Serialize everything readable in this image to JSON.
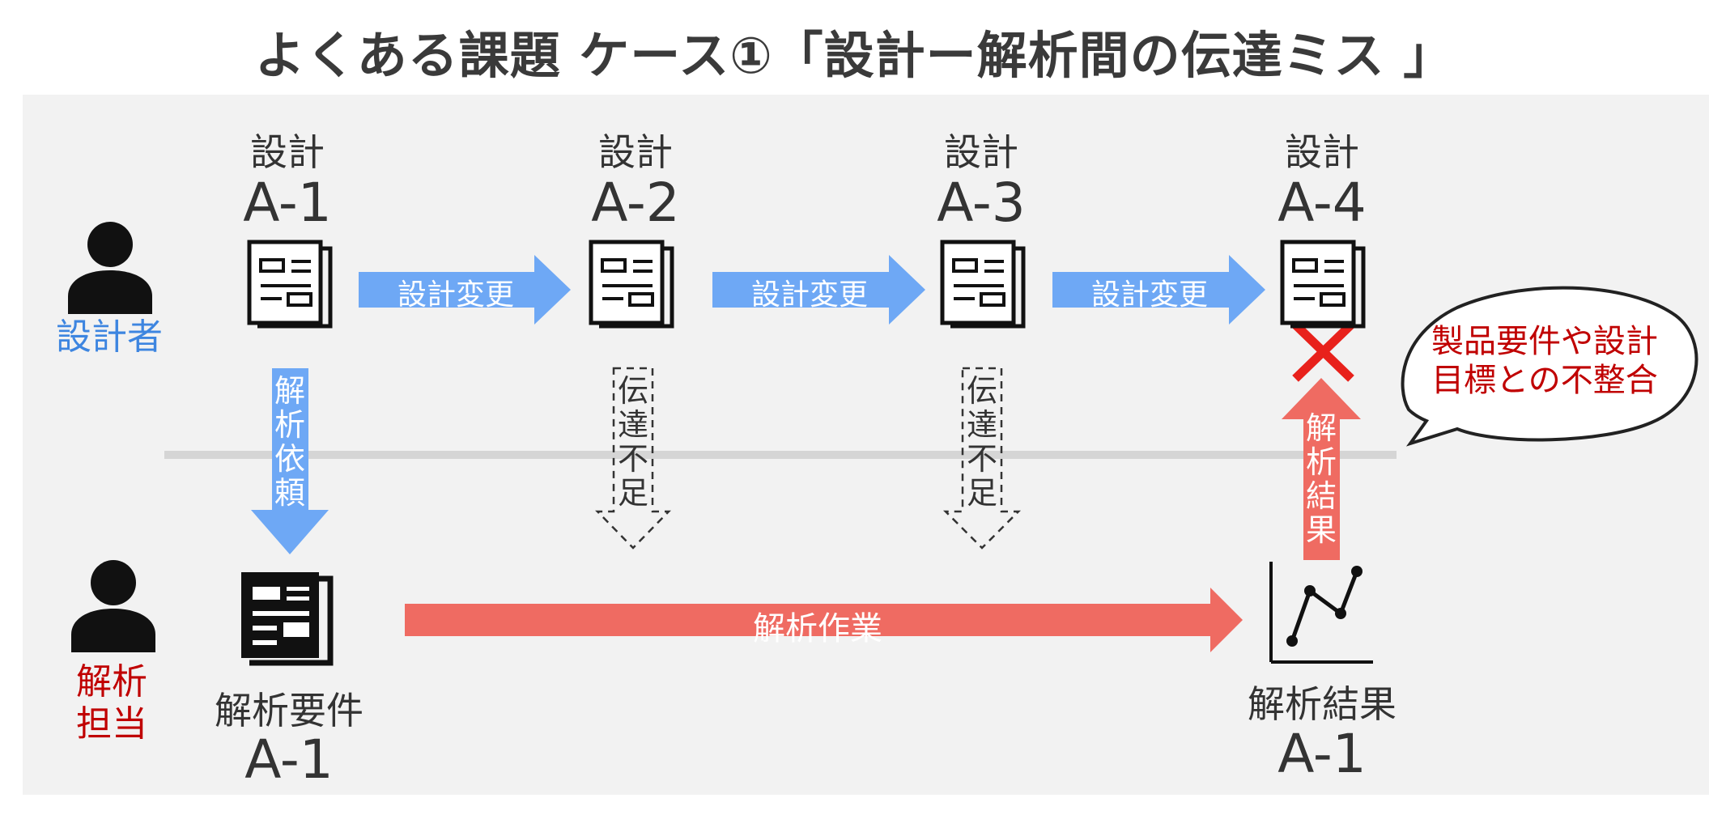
{
  "title": "よくある課題 ケース①「設計ー解析間の伝達ミス 」",
  "roles": {
    "designer": "設計者",
    "analyst_line1": "解析",
    "analyst_line2": "担当",
    "designer_color": "#3d85e0",
    "analyst_color": "#c00000"
  },
  "design_docs": [
    {
      "label": "設計",
      "id": "A-1"
    },
    {
      "label": "設計",
      "id": "A-2"
    },
    {
      "label": "設計",
      "id": "A-3"
    },
    {
      "label": "設計",
      "id": "A-4"
    }
  ],
  "change_arrows": [
    "設計変更",
    "設計変更",
    "設計変更"
  ],
  "request_arrow": [
    "解",
    "析",
    "依",
    "頼"
  ],
  "gap_arrows": [
    [
      "伝",
      "達",
      "不",
      "足"
    ],
    [
      "伝",
      "達",
      "不",
      "足"
    ]
  ],
  "result_arrow": [
    "解",
    "析",
    "結",
    "果"
  ],
  "analysis_work": "解析作業",
  "requirements": {
    "label": "解析要件",
    "id": "A-1"
  },
  "results": {
    "label": "解析結果",
    "id": "A-1"
  },
  "bubble": {
    "line1": "製品要件や設計",
    "line2": "目標との不整合"
  },
  "colors": {
    "blue_arrow": "#6ea8f5",
    "red_arrow": "#ef6b62",
    "cross": "#e8211b",
    "panel": "#f2f2f2"
  }
}
